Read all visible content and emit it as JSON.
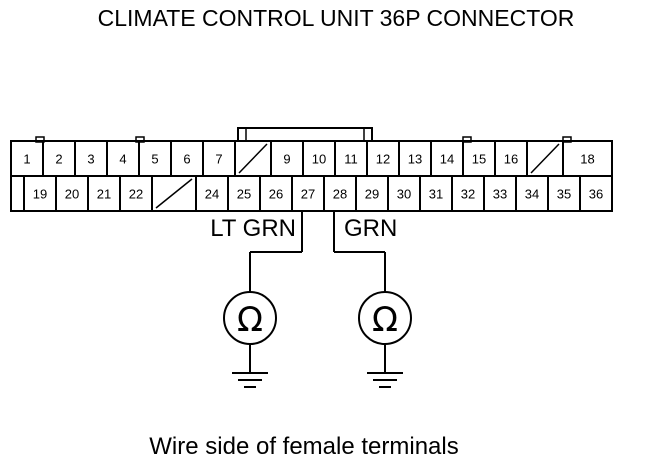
{
  "title": "CLIMATE CONTROL UNIT 36P CONNECTOR",
  "caption": "Wire side of female terminals",
  "connector": {
    "row1": [
      "1",
      "2",
      "3",
      "4",
      "5",
      "6",
      "7",
      "",
      "9",
      "10",
      "11",
      "12",
      "13",
      "14",
      "15",
      "16",
      "",
      "18"
    ],
    "row2": [
      "19",
      "20",
      "21",
      "22",
      "",
      "24",
      "25",
      "26",
      "27",
      "28",
      "29",
      "30",
      "31",
      "32",
      "33",
      "34",
      "35",
      "36"
    ]
  },
  "wires": [
    {
      "pin": "27",
      "color_label": "LT GRN"
    },
    {
      "pin": "28",
      "color_label": "GRN"
    }
  ],
  "meter_symbol": "Ω",
  "icons": [
    "ohmmeter-icon",
    "ground-icon"
  ]
}
